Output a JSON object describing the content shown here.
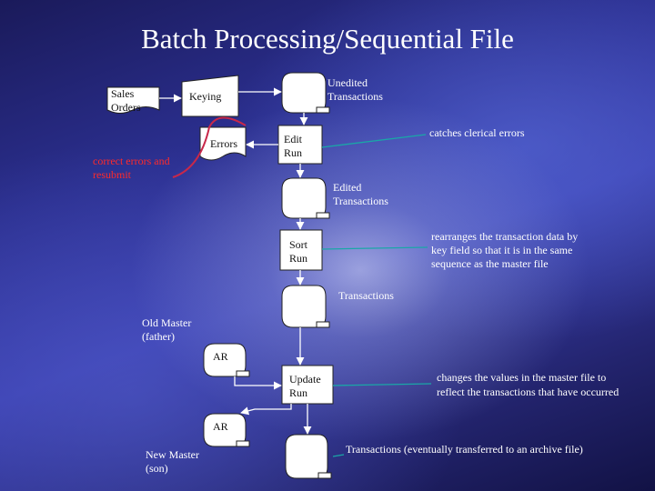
{
  "title": "Batch Processing/Sequential File",
  "nodes": {
    "sales_orders": [
      "Sales",
      "Orders"
    ],
    "keying": "Keying",
    "unedited_transactions": [
      "Unedited",
      "Transactions"
    ],
    "errors": "Errors",
    "edit_run": [
      "Edit",
      "Run"
    ],
    "edited_transactions": [
      "Edited",
      "Transactions"
    ],
    "sort_run": [
      "Sort",
      "Run"
    ],
    "transactions": "Transactions",
    "old_master": [
      "Old Master",
      "(father)"
    ],
    "ar_old": "AR",
    "update_run": [
      "Update",
      "Run"
    ],
    "ar_new": "AR",
    "new_master": [
      "New Master",
      "(son)"
    ]
  },
  "annotations": {
    "correct_errors": [
      "correct errors and",
      "resubmit"
    ],
    "catches_errors": "catches clerical errors",
    "sort_note": [
      "rearranges the transaction data by",
      "key field so that it is in the same",
      "sequence as the master file"
    ],
    "update_note": [
      "changes the values in the master file to",
      "reflect the transactions that have occurred"
    ],
    "archive_note": "Transactions (eventually transferred to an archive file)"
  },
  "colors": {
    "error_path": "#c8284a",
    "annotation_line": "#1aa7a7",
    "error_text": "#ff2a2a"
  }
}
